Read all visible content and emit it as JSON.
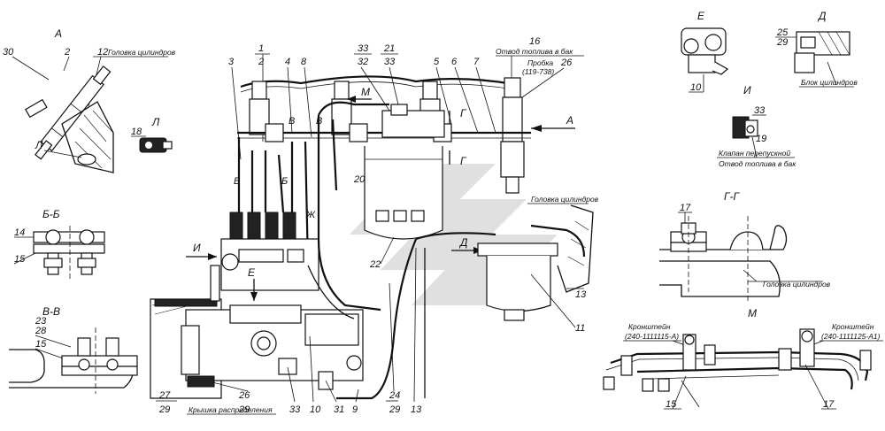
{
  "watermark": {
    "description_color": "#d7d7d7"
  },
  "views": {
    "A": {
      "title": "А",
      "caption": "Головка цилиндров",
      "callouts": [
        "30",
        "2",
        "12"
      ],
      "section_label": "Л"
    },
    "L": {
      "title": "Л",
      "callout": "18"
    },
    "BB": {
      "title": "Б-Б",
      "callouts": [
        "14",
        "15"
      ]
    },
    "VV": {
      "title": "В-В",
      "callouts": [
        "23",
        "28",
        "15"
      ]
    },
    "E": {
      "title": "Е",
      "callout": "10"
    },
    "D": {
      "title": "Д",
      "callouts": [
        "25",
        "29"
      ],
      "caption": "Блок цилиндров"
    },
    "I": {
      "title": "И",
      "callouts": [
        "33",
        "19"
      ],
      "caption1": "Клапан перепускной",
      "caption2": "Отвод топлива в бак"
    },
    "GG": {
      "title": "Г-Г",
      "callout": "17",
      "caption": "Головка цилиндров"
    },
    "M": {
      "title": "М",
      "bracket1_name": "Кронштейн",
      "bracket1_code": "(240-1111115-А)",
      "bracket2_name": "Кронштейн",
      "bracket2_code": "(240-1111125-А1)",
      "callouts": [
        "15",
        "17"
      ]
    }
  },
  "main": {
    "top_callouts": [
      "1",
      "2",
      "3",
      "4",
      "8",
      "33",
      "32",
      "21",
      "33",
      "5",
      "6",
      "7",
      "16",
      "26"
    ],
    "drain_caption": "Отвод топлива в бак",
    "plug_caption1": "Пробка",
    "plug_caption2": "(119-738)",
    "head_caption": "Головка цилиндров",
    "cover_caption": "Крышка распределения",
    "bottom_callouts": [
      "27",
      "29",
      "26",
      "29",
      "33",
      "10",
      "31",
      "9",
      "24",
      "29",
      "13"
    ],
    "side_callouts": [
      "20",
      "22",
      "11",
      "13"
    ],
    "arrow_labels": {
      "M": "М",
      "A": "А",
      "I": "И",
      "E": "Е",
      "D": "Д",
      "G1": "Г",
      "G2": "Г",
      "B1": "Б",
      "B2": "Б",
      "V1": "В",
      "V2": "В",
      "Zh": "Ж"
    }
  }
}
